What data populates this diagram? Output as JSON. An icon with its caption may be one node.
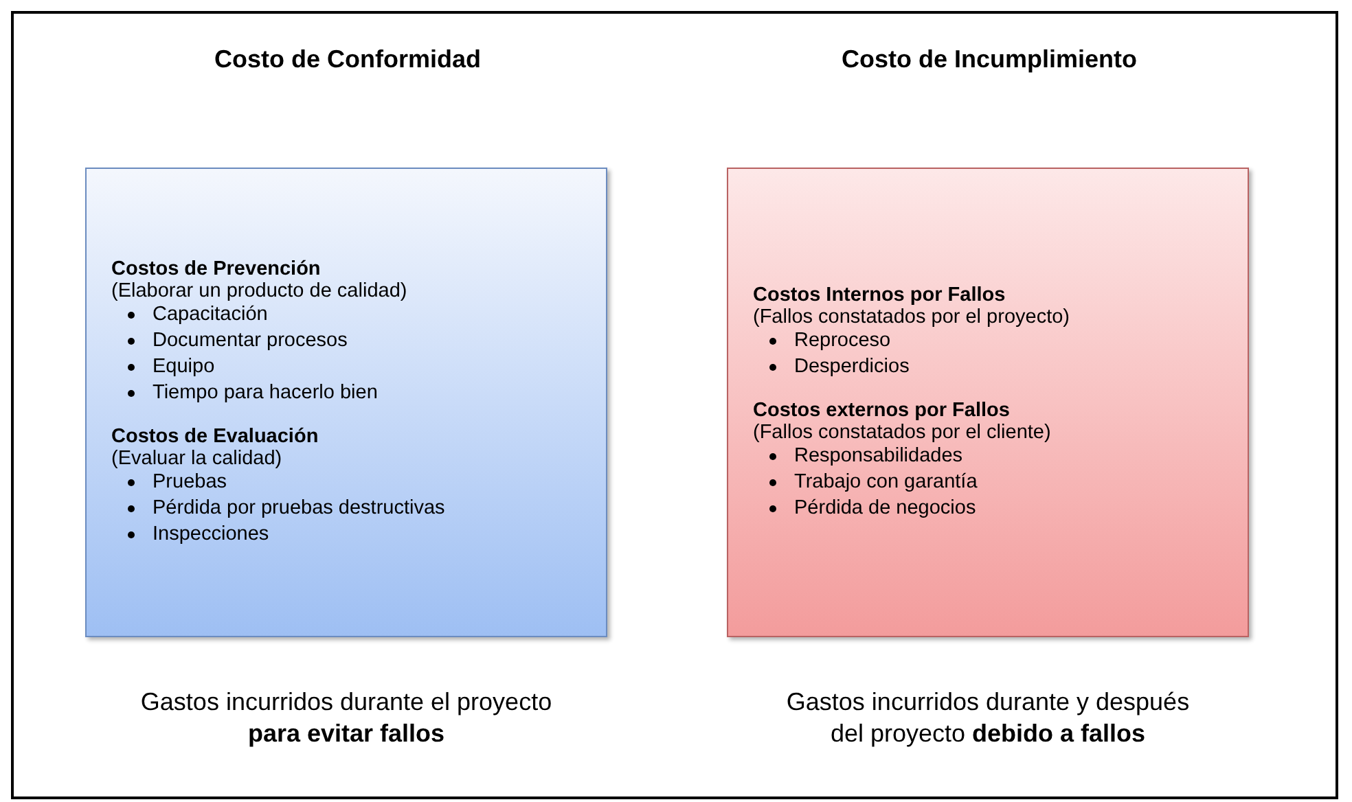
{
  "diagram": {
    "nodes": [
      {
        "text": [
          "Costo de Conformidad",
          "Costos de Prevención",
          "(Elaborar un producto de calidad)",
          "Capacitación",
          "Documentar procesos",
          "Equipo",
          "Tiempo para hacerlo bien",
          "Costos de Evaluación",
          "(Evaluar la calidad)",
          "Pruebas",
          "Pérdida por pruebas destructivas",
          "Inspecciones"
        ]
      },
      {
        "text": [
          "Costo de Incumplimiento",
          "Costos Internos por Fallos",
          "(Fallos constatados por el proyecto)",
          "Reproceso",
          "Desperdicios",
          "Costos externos por Fallos",
          "(Fallos constatados por el cliente)",
          "Responsabilidades",
          "Trabajo con garantía",
          "Pérdida de negocios"
        ]
      }
    ],
    "edges": [],
    "labels": [
      "Gastos incurridos durante el proyecto **para evitar fallos**",
      "Gastos incurridos durante y después del proyecto **debido a fallos**"
    ]
  }
}
